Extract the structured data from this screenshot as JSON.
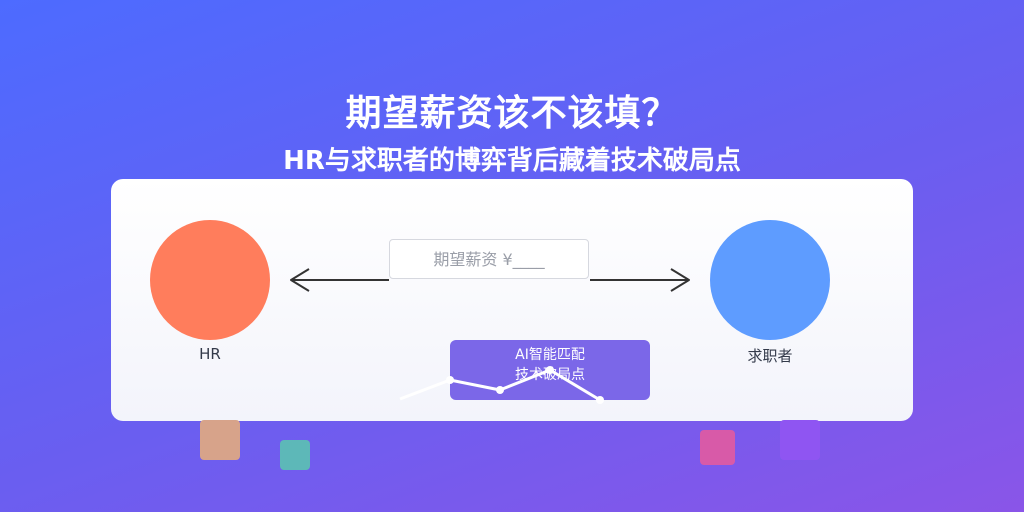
{
  "header": {
    "title": "期望薪资该不该填？",
    "subtitle": "HR与求职者的博弈背后藏着技术破局点"
  },
  "diagram": {
    "left_party": "HR",
    "right_party": "求职者",
    "salary_field": "期望薪资 ¥____",
    "ai_box_line1": "AI智能匹配",
    "ai_box_line2": "技术破局点"
  },
  "colors": {
    "hr_circle": "#ff7d5c",
    "seeker_circle": "#5e9cff",
    "ai_box": "#7b67e8"
  }
}
